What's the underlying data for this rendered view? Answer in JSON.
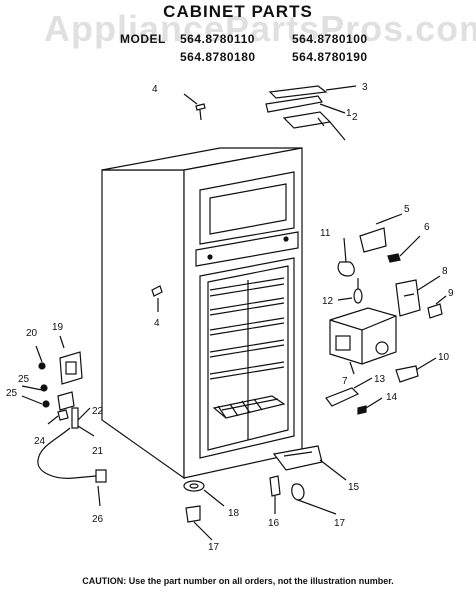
{
  "title": "CABINET PARTS",
  "watermark": "AppliancePartsPros.com",
  "model_label": "MODEL",
  "models": [
    "564.8780110",
    "564.8780100",
    "564.8780180",
    "564.8780190"
  ],
  "callouts": [
    "1",
    "2",
    "3",
    "4",
    "5",
    "6",
    "7",
    "8",
    "9",
    "10",
    "11",
    "12",
    "13",
    "14",
    "15",
    "16",
    "17",
    "18",
    "19",
    "20",
    "21",
    "22",
    "24",
    "25",
    "26"
  ],
  "caution": "CAUTION: Use the part number on all orders, not the illustration number."
}
